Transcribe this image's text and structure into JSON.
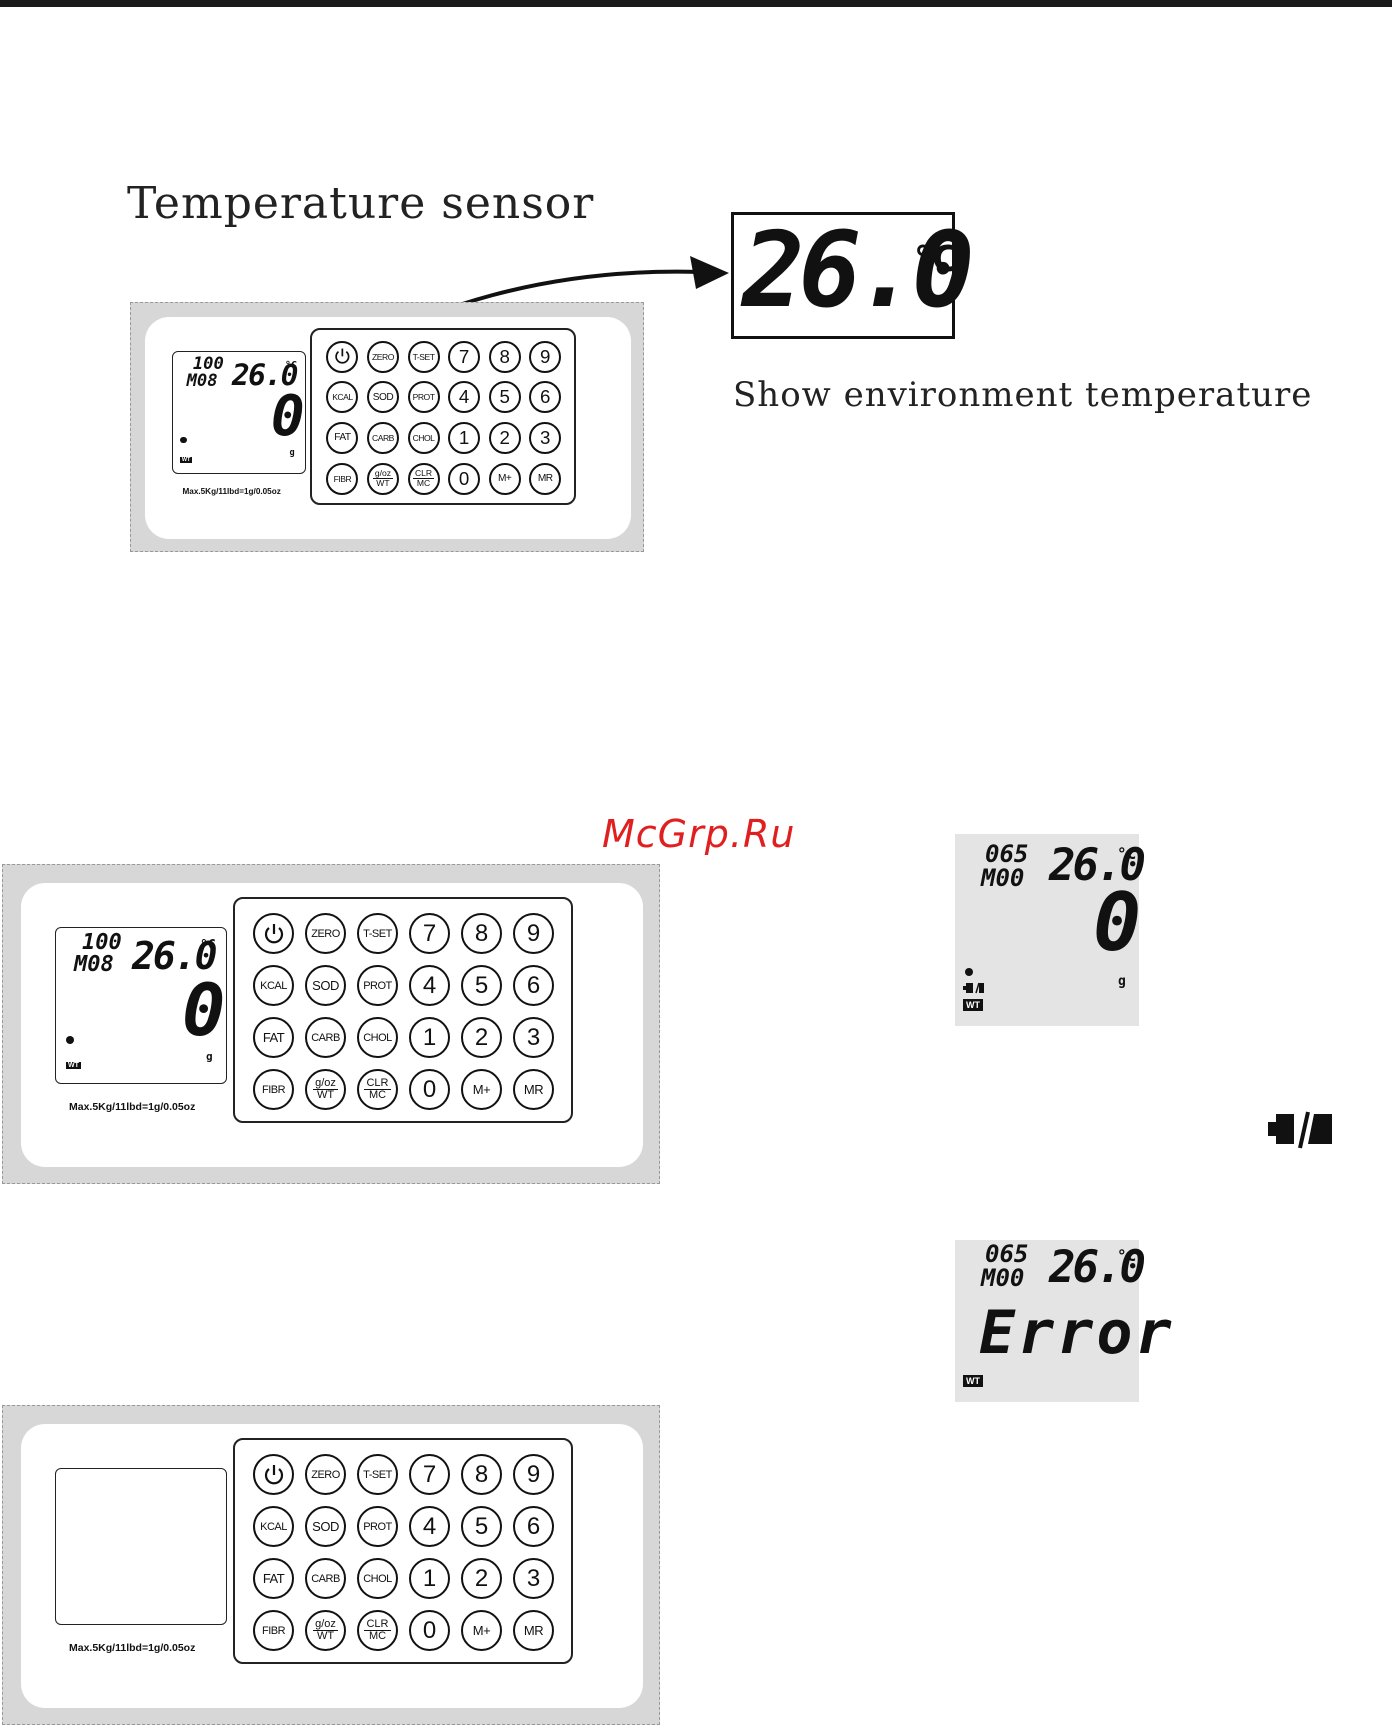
{
  "heading": {
    "title": "Temperature sensor",
    "caption": "Show environment temperature"
  },
  "big_display": {
    "value": "26.0",
    "unit": "°C"
  },
  "watermark": "McGrp.Ru",
  "scale": {
    "max_label": "Max.5Kg/11lbd=1g/0.05oz",
    "keys": [
      [
        "power",
        "ZERO",
        "T-SET",
        "7",
        "8",
        "9"
      ],
      [
        "KCAL",
        "SOD",
        "PROT",
        "4",
        "5",
        "6"
      ],
      [
        "FAT",
        "CARB",
        "CHOL",
        "1",
        "2",
        "3"
      ],
      [
        "FIBR",
        "g/oz|WT",
        "CLR|MC",
        "0",
        "M+",
        "MR"
      ]
    ],
    "lcd": {
      "top_num": "100",
      "mem": "M08",
      "temp": "26.0",
      "temp_unit": "°C",
      "weight": "0",
      "weight_unit": "g",
      "mode": "WT"
    }
  },
  "mini_displays": [
    {
      "top_num": "065",
      "mem": "M00",
      "temp": "26.0",
      "temp_unit": "°C",
      "weight": "0",
      "weight_unit": "g",
      "mode": "WT"
    },
    {
      "top_num": "065",
      "mem": "M00",
      "temp": "26.0",
      "temp_unit": "°C",
      "message": "Error",
      "mode": "WT"
    }
  ],
  "icons": [
    "power-icon",
    "arrow-icon",
    "battery-low-icon"
  ]
}
